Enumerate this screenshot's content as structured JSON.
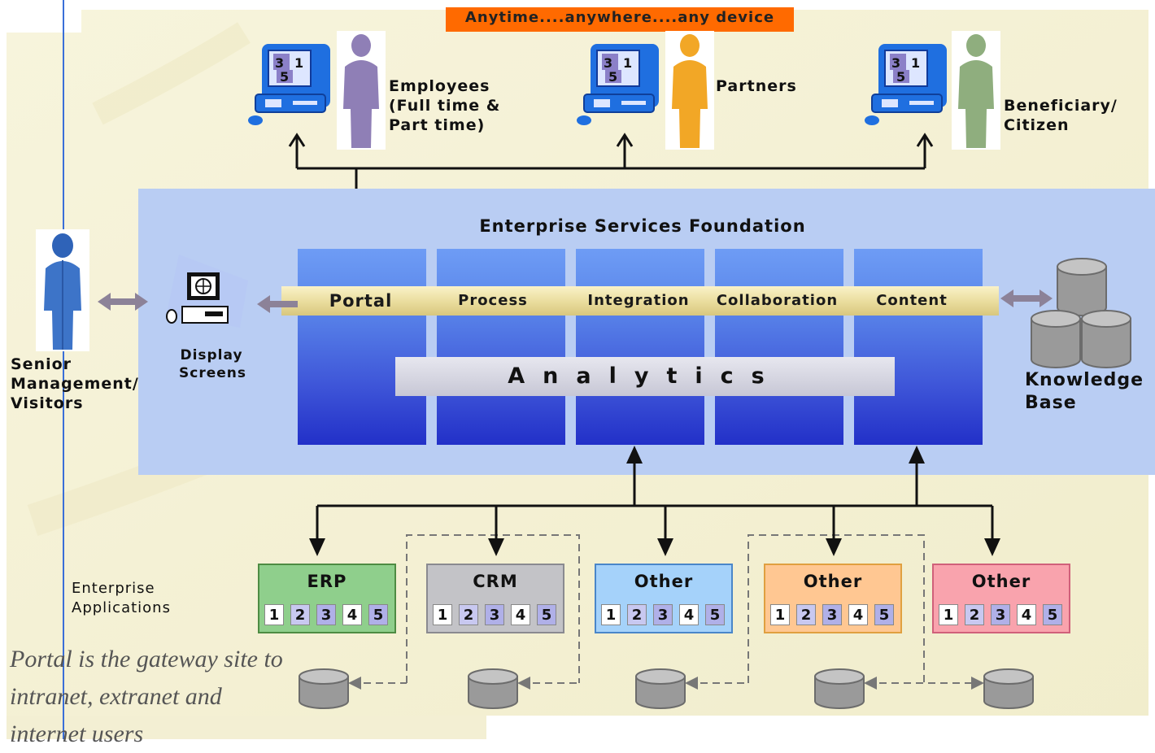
{
  "banner": "Anytime....anywhere....any device",
  "users": [
    {
      "label": "Employees\n(Full time &\nPart time)",
      "figure_color": "#8f7fb6"
    },
    {
      "label": "Partners",
      "figure_color": "#f2a726"
    },
    {
      "label": "Beneficiary/\nCitizen",
      "figure_color": "#8fae7e"
    }
  ],
  "screen_numbers": [
    "3",
    "1",
    "5"
  ],
  "foundation_title": "Enterprise Services Foundation",
  "services": [
    "Portal",
    "Process",
    "Integration",
    "Collaboration",
    "Content"
  ],
  "analytics": "Analytics",
  "senior": {
    "label": "Senior\nManagement/\nVisitors",
    "figure_color": "#3d74c8"
  },
  "display_screens": "Display\nScreens",
  "knowledge_base": "Knowledge\nBase",
  "enterprise_apps_label": "Enterprise\nApplications",
  "applications": [
    {
      "name": "ERP",
      "fill": "#8fcf8c",
      "border": "#4e8c43"
    },
    {
      "name": "CRM",
      "fill": "#c3c3c7",
      "border": "#8a8a90"
    },
    {
      "name": "Other",
      "fill": "#a5d2fa",
      "border": "#4a86c9"
    },
    {
      "name": "Other",
      "fill": "#ffc792",
      "border": "#e0a040"
    },
    {
      "name": "Other",
      "fill": "#f9a3ad",
      "border": "#d0607a"
    }
  ],
  "app_cells": [
    "1",
    "2",
    "3",
    "4",
    "5"
  ],
  "caption": "Portal is the gateway site to\nintranet, extranet and\ninternet users"
}
